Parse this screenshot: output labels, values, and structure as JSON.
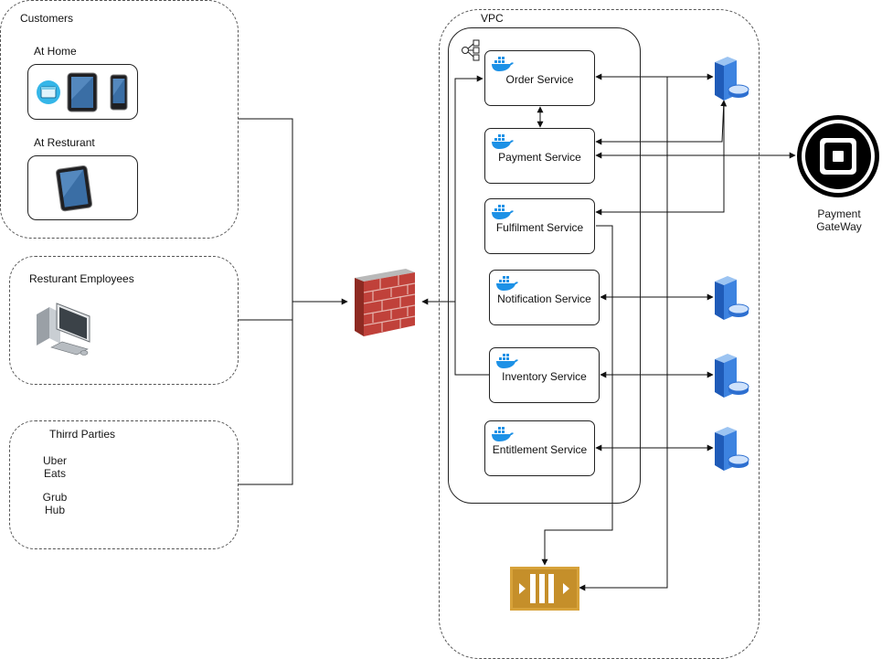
{
  "groups": {
    "customers": "Customers",
    "at_home": "At Home",
    "at_restaurant": "At Resturant",
    "restaurant_employees": "Resturant Employees",
    "third_parties": "Thirrd Parties",
    "vpc": "VPC"
  },
  "third_party_items": [
    "Uber\nEats",
    "Grub\nHub"
  ],
  "services": {
    "order": "Order Service",
    "payment": "Payment Service",
    "fulfilment": "Fulfilment Service",
    "notification": "Notification Service",
    "inventory": "Inventory Service",
    "entitlement": "Entitlement Service"
  },
  "payment_gateway": "Payment\nGateWay",
  "colors": {
    "docker": "#1d91e6",
    "firewall": "#b33a2e",
    "queue": "#d7a23a",
    "database": "#2d6fd0"
  },
  "icons": [
    "docker-icon",
    "firewall-icon",
    "database-icon",
    "queue-icon",
    "square-payment-icon",
    "tablet-icon",
    "desktop-computer-icon",
    "network-node-icon"
  ]
}
